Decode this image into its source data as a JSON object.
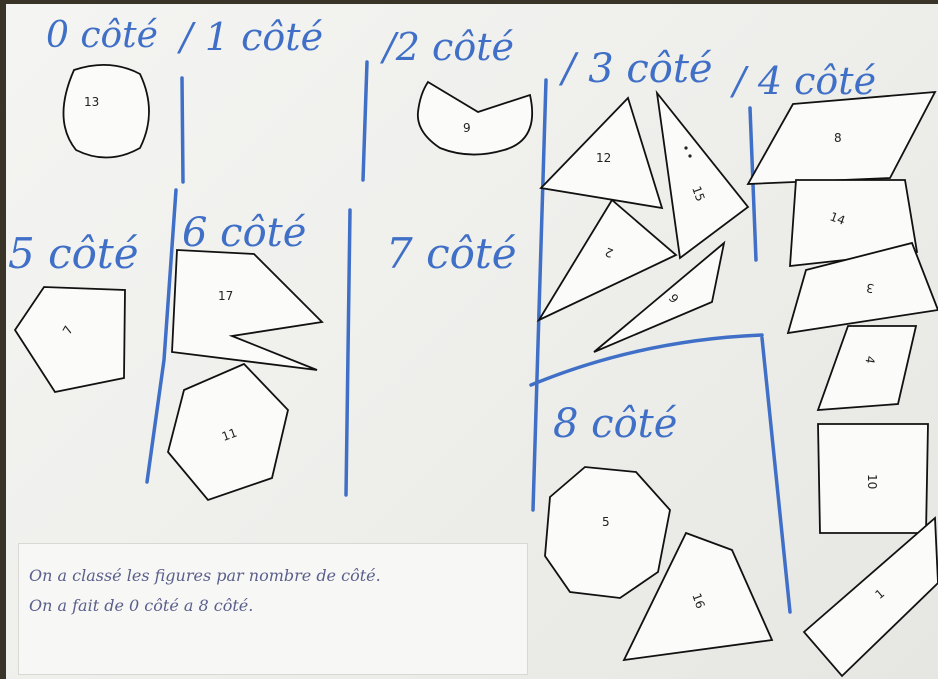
{
  "headings": {
    "c0": "0 côté",
    "c1": "/ 1 côté",
    "c2": "/2 côté",
    "c3": "/ 3 côté",
    "c4": "/ 4 côté",
    "c5": "5 côté",
    "c6": "6 côté",
    "c7": "7 côté",
    "c8": "8 côté"
  },
  "shapes": {
    "s1": "1",
    "s2": "2",
    "s3": "3",
    "s4": "4",
    "s5": "5",
    "s6": "6",
    "s7": "7",
    "s8": "8",
    "s10": "10",
    "s11": "11",
    "s12": "12",
    "s13": "13",
    "s14": "14",
    "s15": "15",
    "s16": "16",
    "s17": "17",
    "s9": "9"
  },
  "note": {
    "line1": "On a classé les figures par nombre de côté.",
    "line2": "On a fait de 0 côté a 8 côté."
  },
  "colors": {
    "ink_blue": "#3f6fc6",
    "paper": "#f2f2ef",
    "background": "#3a3328"
  }
}
